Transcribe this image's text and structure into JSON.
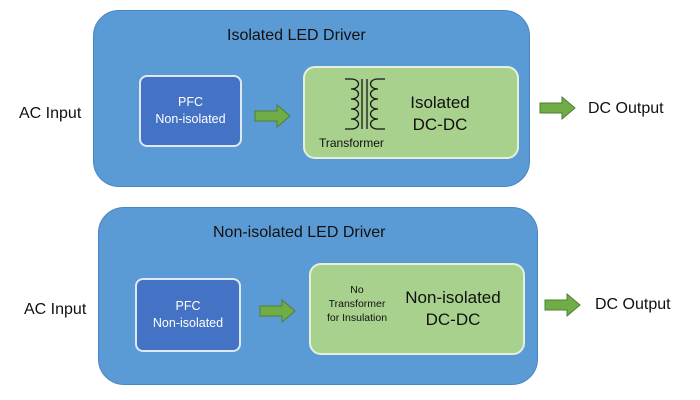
{
  "top": {
    "title": "Isolated LED Driver",
    "ac_input": "AC Input",
    "dc_output": "DC Output",
    "pfc": {
      "line1": "PFC",
      "line2": "Non-isolated"
    },
    "dcdc": {
      "line1": "Isolated",
      "line2": "DC-DC"
    },
    "transformer_label": "Transformer"
  },
  "bottom": {
    "title": "Non-isolated LED Driver",
    "ac_input": "AC Input",
    "dc_output": "DC Output",
    "pfc": {
      "line1": "PFC",
      "line2": "Non-isolated"
    },
    "dcdc": {
      "line1": "Non-isolated",
      "line2": "DC-DC"
    },
    "note": {
      "line1": "No",
      "line2": "Transformer",
      "line3": "for Insulation"
    }
  },
  "colors": {
    "panel": "#5b9bd5",
    "pfc_box": "#4472c4",
    "dcdc_box": "#a9d18e",
    "arrow": "#70ad47"
  },
  "icons": [
    "transformer-icon",
    "right-arrow-icon"
  ]
}
